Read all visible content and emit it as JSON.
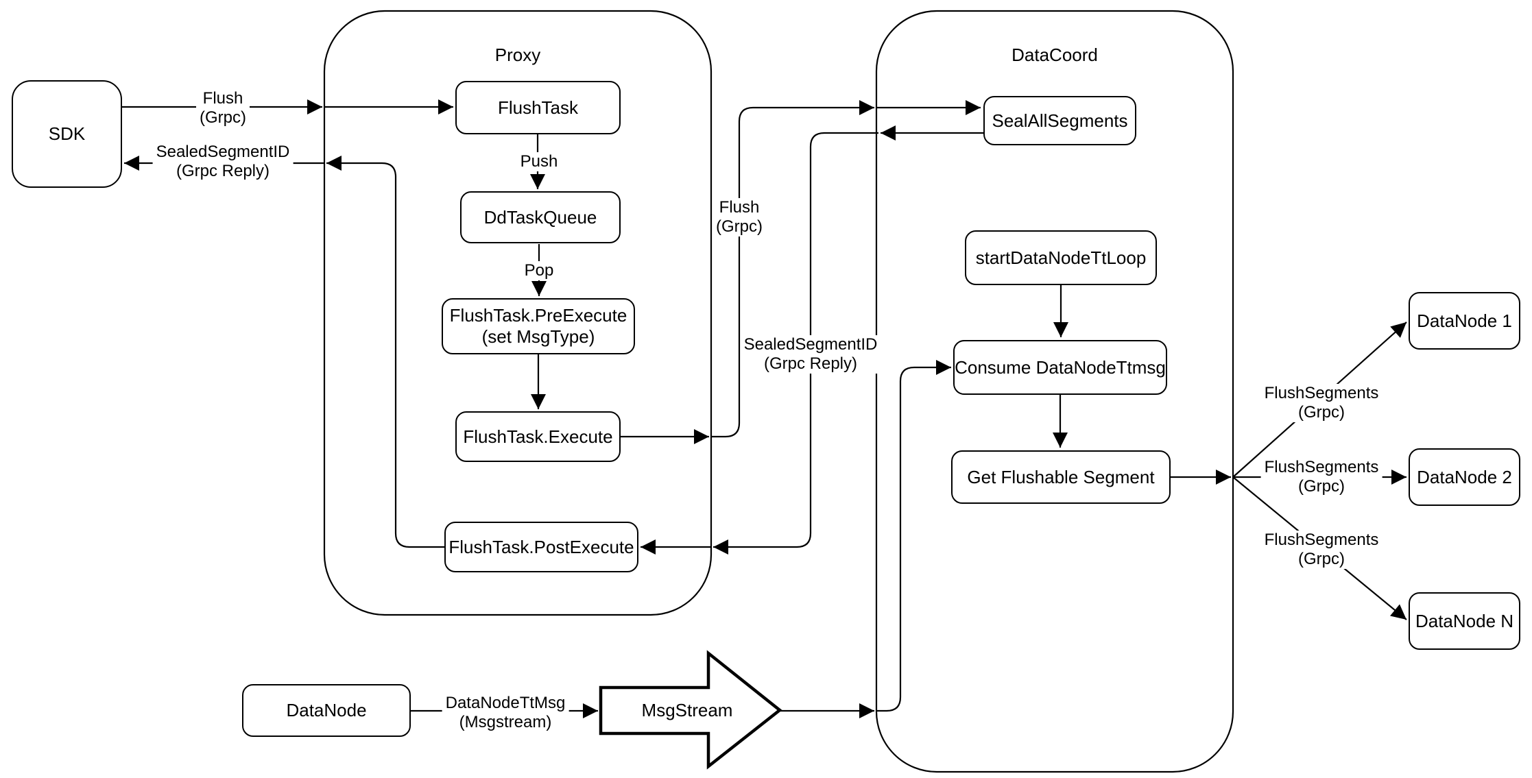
{
  "diagram": {
    "containers": {
      "proxy": {
        "title": "Proxy"
      },
      "datacoord": {
        "title": "DataCoord"
      }
    },
    "nodes": {
      "sdk": {
        "label": "SDK"
      },
      "flush_task": {
        "label": "FlushTask"
      },
      "dd_task_queue": {
        "label": "DdTaskQueue"
      },
      "pre_execute": {
        "line1": "FlushTask.PreExecute",
        "line2": "(set MsgType)"
      },
      "execute": {
        "label": "FlushTask.Execute"
      },
      "post_execute": {
        "label": "FlushTask.PostExecute"
      },
      "seal_all_segments": {
        "label": "SealAllSegments"
      },
      "start_data_node_tt_loop": {
        "label": "startDataNodeTtLoop"
      },
      "consume_data_node_ttmsg": {
        "label": "Consume DataNodeTtmsg"
      },
      "get_flushable_segment": {
        "label": "Get Flushable Segment"
      },
      "data_node_1": {
        "label": "DataNode 1"
      },
      "data_node_2": {
        "label": "DataNode 2"
      },
      "data_node_n": {
        "label": "DataNode N"
      },
      "data_node": {
        "label": "DataNode"
      },
      "msg_stream": {
        "label": "MsgStream"
      }
    },
    "edge_labels": {
      "flush_grpc_sdk": {
        "line1": "Flush",
        "line2": "(Grpc)"
      },
      "sealed_segment_id_sdk": {
        "line1": "SealedSegmentID",
        "line2": "(Grpc Reply)"
      },
      "push": {
        "label": "Push"
      },
      "pop": {
        "label": "Pop"
      },
      "flush_grpc_proxy": {
        "line1": "Flush",
        "line2": "(Grpc)"
      },
      "sealed_segment_id_coord": {
        "line1": "SealedSegmentID",
        "line2": "(Grpc Reply)"
      },
      "flush_segments_1": {
        "line1": "FlushSegments",
        "line2": "(Grpc)"
      },
      "flush_segments_2": {
        "line1": "FlushSegments",
        "line2": "(Grpc)"
      },
      "flush_segments_3": {
        "line1": "FlushSegments",
        "line2": "(Grpc)"
      },
      "data_node_tt_msg": {
        "line1": "DataNodeTtMsg",
        "line2": "(Msgstream)"
      }
    },
    "colors": {
      "stroke": "#000000",
      "background": "#ffffff",
      "text": "#000000"
    }
  }
}
